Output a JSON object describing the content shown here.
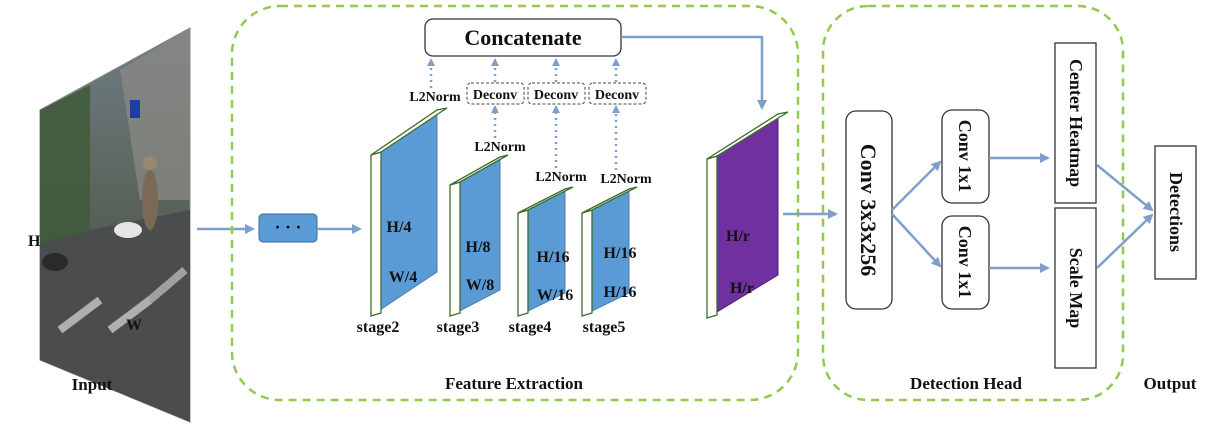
{
  "input": {
    "caption": "Input",
    "h_label": "H",
    "w_label": "W"
  },
  "ellipsis": "· · ·",
  "feature_extraction": {
    "caption": "Feature Extraction",
    "concatenate": "Concatenate",
    "l2norm": "L2Norm",
    "deconv": "Deconv",
    "stages": [
      {
        "name": "stage2",
        "top": "H/4",
        "bottom": "W/4"
      },
      {
        "name": "stage3",
        "top": "H/8",
        "bottom": "W/8"
      },
      {
        "name": "stage4",
        "top": "H/16",
        "bottom": "W/16"
      },
      {
        "name": "stage5",
        "top": "H/16",
        "bottom": "H/16"
      }
    ],
    "output_map": {
      "top": "H/r",
      "bottom": "H/r"
    }
  },
  "detection_head": {
    "caption": "Detection Head",
    "conv3": "Conv 3x3x256",
    "conv1a": "Conv 1x1",
    "conv1b": "Conv 1x1",
    "center": "Center Heatmap",
    "scale": "Scale Map"
  },
  "output": {
    "caption": "Output",
    "detections": "Detections"
  },
  "colors": {
    "blue_block": "#5b9bd5",
    "purple_block": "#7030a0",
    "dash_green": "#92c94f",
    "arrow": "#7f9ec9"
  }
}
